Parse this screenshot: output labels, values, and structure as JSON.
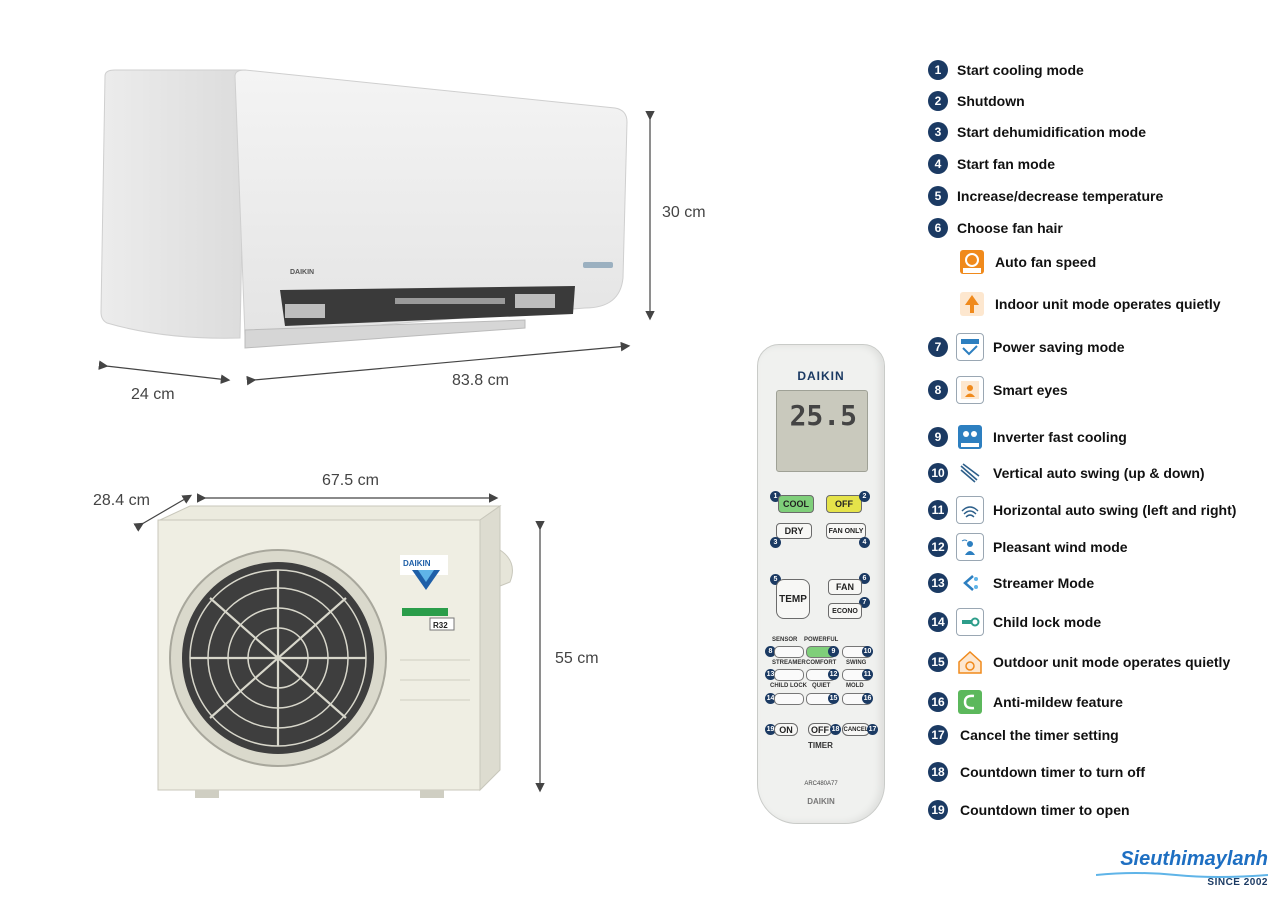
{
  "dimensions": {
    "indoor_height": "30 cm",
    "indoor_depth": "24 cm",
    "indoor_width": "83.8 cm",
    "outdoor_depth": "28.4 cm",
    "outdoor_width": "67.5 cm",
    "outdoor_height": "55 cm"
  },
  "indoor_unit": {
    "brand": "DAIKIN"
  },
  "outdoor_unit": {
    "brand": "DAIKIN",
    "refrigerant": "R32"
  },
  "remote": {
    "brand": "DAIKIN",
    "display_temp": "25.5",
    "model": "ARC480A77",
    "buttons": {
      "cool": "COOL",
      "off": "OFF",
      "dry": "DRY",
      "fan_only": "FAN ONLY",
      "temp": "TEMP",
      "fan": "FAN",
      "econo": "ECONO",
      "sensor": "SENSOR",
      "powerful": "POWERFUL",
      "streamer": "STREAMER",
      "comfort": "COMFORT",
      "swing": "SWING",
      "child_lock": "CHILD LOCK",
      "quiet": "QUIET",
      "mold": "MOLD",
      "on": "ON",
      "timer_off": "OFF",
      "cancel": "CANCEL",
      "timer": "TIMER"
    }
  },
  "legend": [
    {
      "num": "1",
      "text": "Start cooling mode"
    },
    {
      "num": "2",
      "text": "Shutdown"
    },
    {
      "num": "3",
      "text": "Start dehumidification mode"
    },
    {
      "num": "4",
      "text": "Start fan mode"
    },
    {
      "num": "5",
      "text": "Increase/decrease temperature"
    },
    {
      "num": "6",
      "text": "Choose fan hair"
    },
    {
      "num": "",
      "text": "Auto fan speed",
      "icon": "auto-fan-icon"
    },
    {
      "num": "",
      "text": "Indoor unit mode operates quietly",
      "icon": "quiet-indoor-icon"
    },
    {
      "num": "7",
      "text": "Power saving mode",
      "icon": "econo-icon"
    },
    {
      "num": "8",
      "text": "Smart eyes",
      "icon": "smart-eye-icon"
    },
    {
      "num": "9",
      "text": "Inverter fast cooling",
      "icon": "inverter-icon"
    },
    {
      "num": "10",
      "text": "Vertical auto swing (up & down)",
      "icon": "vertical-swing-icon"
    },
    {
      "num": "11",
      "text": "Horizontal auto swing (left and right)",
      "icon": "horizontal-swing-icon"
    },
    {
      "num": "12",
      "text": "Pleasant wind mode",
      "icon": "comfort-wind-icon"
    },
    {
      "num": "13",
      "text": "Streamer Mode",
      "icon": "streamer-icon"
    },
    {
      "num": "14",
      "text": "Child lock mode",
      "icon": "key-icon"
    },
    {
      "num": "15",
      "text": "Outdoor unit mode operates quietly",
      "icon": "quiet-outdoor-icon"
    },
    {
      "num": "16",
      "text": "Anti-mildew feature",
      "icon": "mildew-icon"
    },
    {
      "num": "17",
      "text": "Cancel the timer setting"
    },
    {
      "num": "18",
      "text": "Countdown timer to turn off"
    },
    {
      "num": "19",
      "text": "Countdown timer to open"
    }
  ],
  "logo": {
    "name": "Sieuthimaylanh",
    "since": "SINCE 2002"
  },
  "colors": {
    "badge": "#1b3a63",
    "cool_button": "#7fcf7a",
    "off_button": "#e5e34a",
    "logo_blue": "#1e6fc2",
    "icon_orange": "#f08a1c"
  }
}
